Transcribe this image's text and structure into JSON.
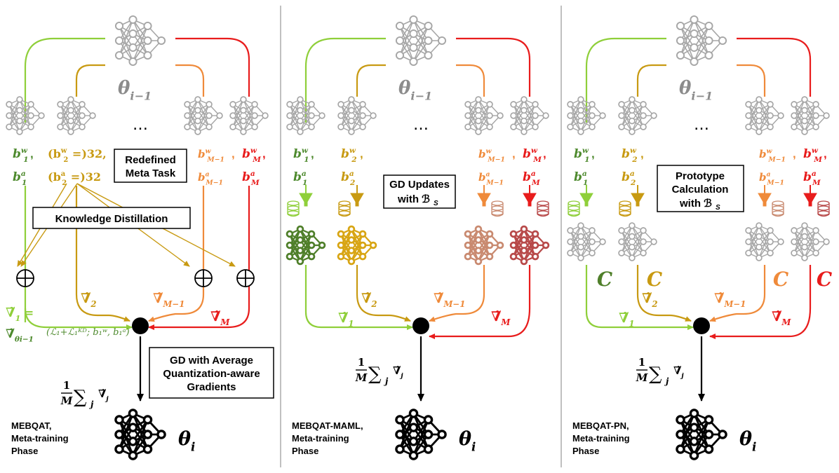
{
  "colors": {
    "green": "#8fcf3a",
    "green_dark": "#4e8a2e",
    "gold": "#c89a12",
    "orange": "#ef8a3a",
    "red": "#e81c1c",
    "gray": "#a6a6a6",
    "black": "#000000",
    "net_green": "#4f7f2a",
    "net_gold": "#d8a514",
    "net_brown": "#c98a70",
    "net_maroon": "#b84a4a"
  },
  "common": {
    "theta_prev": "θ",
    "theta_prev_sub": "i−1",
    "theta_next": "θ",
    "theta_next_sub": "i",
    "ellipsis": "…",
    "avg_frac_num": "1",
    "avg_frac_den": "M",
    "avg_sum": "∑",
    "avg_sum_sub": "j",
    "avg_term": "∇̃",
    "avg_term_sub": "j",
    "grad_1": "∇̃",
    "grad_1_sub": "1",
    "grad_2": "∇̃",
    "grad_2_sub": "2",
    "grad_m1": "∇̃",
    "grad_m1_sub": "M−1",
    "grad_m": "∇̃",
    "grad_m_sub": "M",
    "c_label": "C",
    "bw1": "b",
    "bw1_sup": "w",
    "bw1_sub": "1",
    "ba1": "b",
    "ba1_sup": "a",
    "ba1_sub": "1",
    "bw2": "b",
    "bw2_sup": "w",
    "bw2_sub": "2",
    "ba2": "b",
    "ba2_sup": "a",
    "ba2_sub": "2",
    "bwm1": "b",
    "bwm1_sup": "w",
    "bwm1_sub": "M−1",
    "bam1": "b",
    "bam1_sup": "a",
    "bam1_sub": "M−1",
    "bwm": "b",
    "bwm_sup": "w",
    "bwm_sub": "M",
    "bam": "b",
    "bam_sup": "a",
    "bam_sub": "M",
    "comma": ","
  },
  "panel1": {
    "phase_label_lines": [
      "MEBQAT,",
      "Meta-training",
      "Phase"
    ],
    "b2_open": "(b",
    "b2_close": " =)32,",
    "b2a_open": "(b",
    "b2a_close": " =)32",
    "redefined_box": [
      "Redefined",
      "Meta Task"
    ],
    "kd_box": "Knowledge Distillation",
    "gd_box": [
      "GD with Average",
      "Quantization-aware",
      "Gradients"
    ],
    "grad1_def_lhs": "∇̃",
    "grad1_def_lhs_sub": "1",
    "grad1_def_eq": "=",
    "grad1_def_rhs": "∇̃",
    "grad1_def_rhs_sub": "θi−1",
    "grad1_def_args": "(ℒ₁+ℒ₁ᴷᴰ; b₁ʷ, b₁ᵃ)"
  },
  "panel2": {
    "phase_label_lines": [
      "MEBQAT-MAML,",
      "Meta-training",
      "Phase"
    ],
    "gd_box_line1": "GD Updates",
    "gd_box_line2": "with ℬ",
    "gd_box_line2_sub": "S"
  },
  "panel3": {
    "phase_label_lines": [
      "MEBQAT-PN,",
      "Meta-training",
      "Phase"
    ],
    "proto_box_line1": "Prototype",
    "proto_box_line2": "Calculation",
    "proto_box_line3": "with ℬ",
    "proto_box_line3_sub": "S"
  }
}
